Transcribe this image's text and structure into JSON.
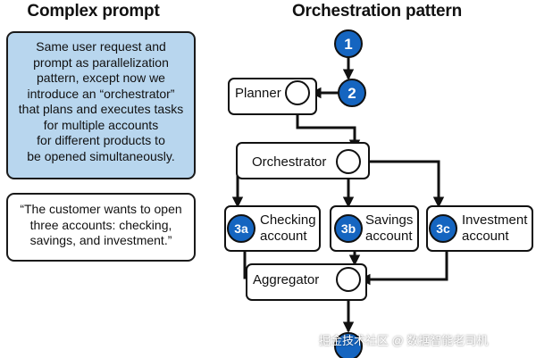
{
  "left": {
    "heading": "Complex prompt",
    "description_lines": [
      "Same user request and",
      "prompt as parallelization",
      "pattern, except now we",
      "introduce an “orchestrator”",
      "that plans and executes tasks",
      "for multiple accounts",
      "for different products to",
      "be opened simultaneously."
    ],
    "quote_lines": [
      "“The customer wants to open",
      "three accounts: checking,",
      "savings, and investment.”"
    ]
  },
  "right": {
    "heading": "Orchestration pattern",
    "badges": {
      "step1": "1",
      "step2": "2",
      "step3a": "3a",
      "step3b": "3b",
      "step3c": "3c"
    },
    "nodes": {
      "planner": "Planner",
      "orchestrator": "Orchestrator",
      "checking_line1": "Checking",
      "checking_line2": "account",
      "savings_line1": "Savings",
      "savings_line2": "account",
      "investment_line1": "Investment",
      "investment_line2": "account",
      "aggregator": "Aggregator"
    }
  },
  "colors": {
    "badge_fill": "#1565c0",
    "description_fill": "#b8d6ee",
    "stroke": "#111111"
  },
  "watermark": "掘金技术社区 @ 数据智能老司机"
}
